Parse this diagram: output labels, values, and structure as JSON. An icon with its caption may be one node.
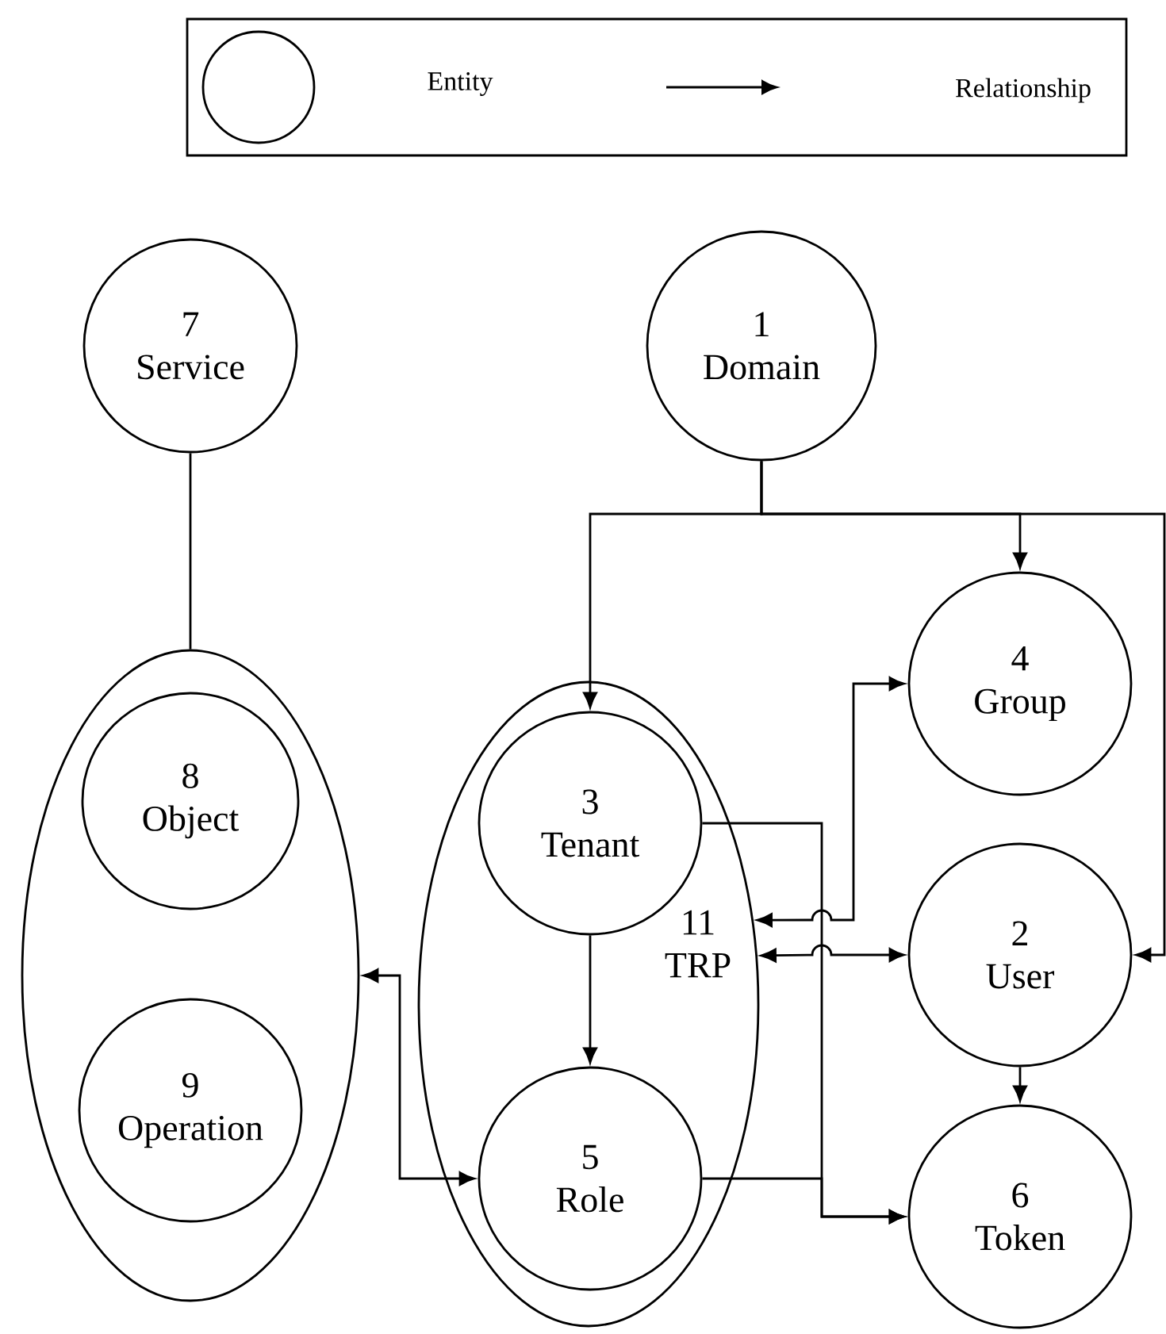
{
  "diagram": {
    "nodes": [
      {
        "text": [
          "7",
          "Service"
        ]
      },
      {
        "text": [
          "1",
          "Domain"
        ]
      },
      {
        "text": [],
        "shape": "ellipse"
      },
      {
        "text": [
          "8",
          "Object"
        ],
        "in": 2
      },
      {
        "text": [
          "9",
          "Operation"
        ],
        "in": 2
      },
      {
        "text": [
          "11",
          "TRP"
        ]
      },
      {
        "text": [
          "3",
          "Tenant"
        ],
        "in": 5
      },
      {
        "text": [
          "5",
          "Role"
        ],
        "in": 5
      },
      {
        "text": [
          "4",
          "Group"
        ]
      },
      {
        "text": [
          "2",
          "User"
        ]
      },
      {
        "text": [
          "6",
          "Token"
        ]
      }
    ],
    "edges": [
      {
        "from": 1,
        "to": 6,
        "arrow": "to"
      },
      {
        "from": 1,
        "to": 8,
        "arrow": "to"
      },
      {
        "from": 1,
        "to": 9,
        "arrow": "to"
      },
      {
        "from": 0,
        "to": 2,
        "arrow": "none"
      },
      {
        "from": 2,
        "to": 7,
        "arrow": "both"
      },
      {
        "from": 6,
        "to": 7,
        "arrow": "to"
      },
      {
        "from": 5,
        "to": 8,
        "arrow": "both"
      },
      {
        "from": 5,
        "to": 9,
        "arrow": "both"
      },
      {
        "from": 6,
        "to": 10,
        "arrow": "to"
      },
      {
        "from": 7,
        "to": 10,
        "arrow": "to"
      },
      {
        "from": 9,
        "to": 10,
        "arrow": "to"
      }
    ],
    "legend": [
      {
        "text": "Entity"
      },
      {
        "text": "Relationship"
      }
    ]
  }
}
